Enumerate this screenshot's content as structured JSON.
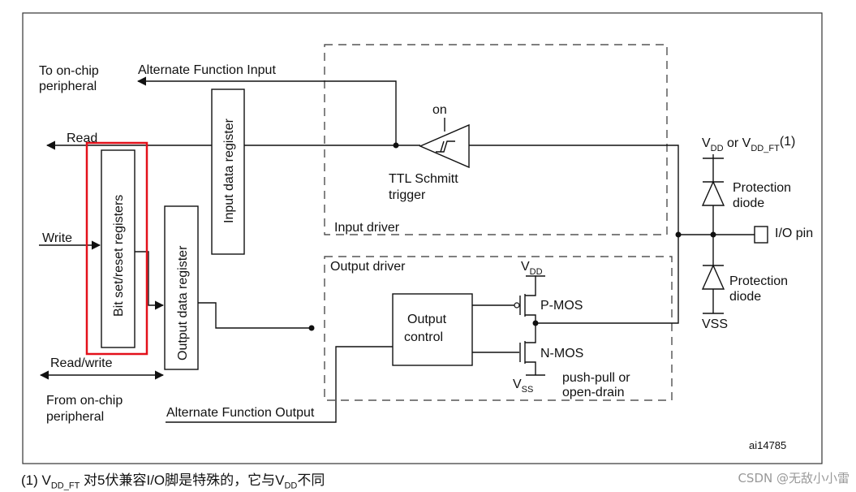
{
  "figure_id": "ai14785",
  "labels": {
    "to_onchip_1": "To on-chip",
    "to_onchip_2": "peripheral",
    "af_input": "Alternate Function Input",
    "read": "Read",
    "write": "Write",
    "read_write": "Read/write",
    "from_onchip_1": "From on-chip",
    "from_onchip_2": "peripheral",
    "af_output": "Alternate Function Output",
    "input_data_register": "Input data register",
    "bit_set_reset": "Bit set/reset registers",
    "output_data_register": "Output data register",
    "on": "on",
    "ttl_1": "TTL Schmitt",
    "ttl_2": "trigger",
    "input_driver": "Input driver",
    "output_driver": "Output driver",
    "output_control_1": "Output",
    "output_control_2": "control",
    "vdd_v": "V",
    "vdd_sub": "DD",
    "pmos": "P-MOS",
    "nmos": "N-MOS",
    "vss_v": "V",
    "vss_sub": "SS",
    "pushpull_1": "push-pull or",
    "pushpull_2": "open-drain",
    "vdd_ft_a": "V",
    "vdd_ft_a_sub": "DD",
    "vdd_ft_or": " or V",
    "vdd_ft_b_sub": "DD_FT",
    "vdd_ft_note": "(1)",
    "protection_1": "Protection",
    "diode_1": "diode",
    "protection_2": "Protection",
    "diode_2": "diode",
    "io_pin": "I/O pin",
    "vss_right": "VSS"
  },
  "footnote": {
    "prefix": "(1) V",
    "sub1": "DD_FT",
    "middle": " 对5伏兼容I/O脚是特殊的，它与V",
    "sub2": "DD",
    "suffix": "不同"
  },
  "watermark": "CSDN @无敌小小雷",
  "colors": {
    "highlight": "#e3101a"
  }
}
